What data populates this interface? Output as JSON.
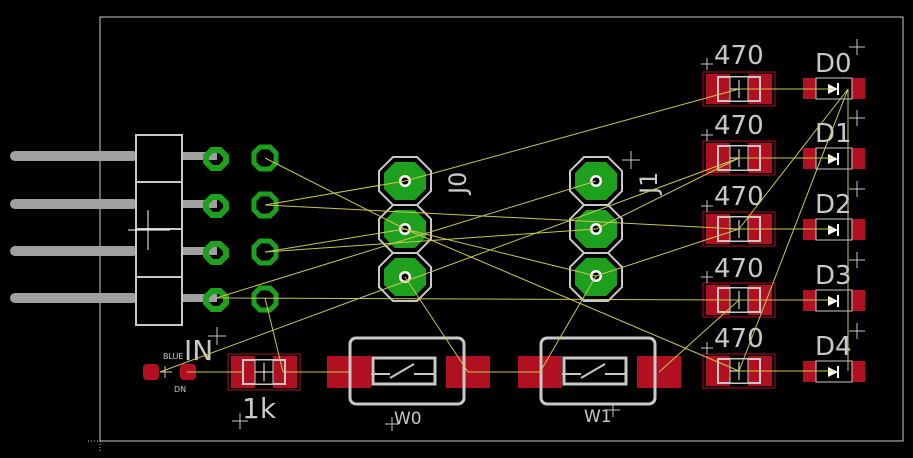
{
  "board": {
    "outline_color": "#c8c8c8",
    "airwire_color": "#c8c850",
    "pad_color": "#b01020",
    "via_color": "#1ea01e"
  },
  "labels": {
    "res_470": "470",
    "d0": "D0",
    "d1": "D1",
    "d2": "D2",
    "d3": "D3",
    "d4": "D4",
    "j0": "J0",
    "j1": "J1",
    "in": "IN",
    "r1k": "1k",
    "w0": "W0",
    "w1": "W1",
    "led_top": "BLUE",
    "led_bottom": "DN"
  }
}
